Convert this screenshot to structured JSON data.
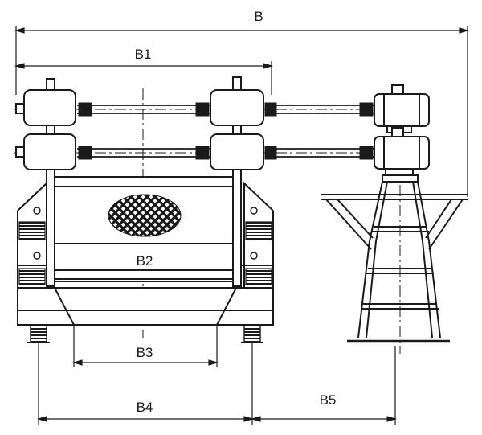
{
  "dimensions": {
    "overall": "B",
    "b1": "B1",
    "b2": "B2",
    "b3": "B3",
    "b4": "B4",
    "b5": "B5"
  },
  "colors": {
    "ink": "#1a1a1a",
    "paper": "#ffffff"
  }
}
